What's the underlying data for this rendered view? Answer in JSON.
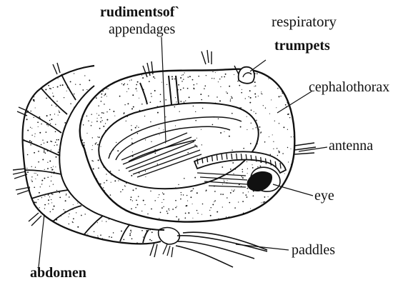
{
  "diagram": {
    "labels": {
      "rudiments_line1": "rudimentsof`",
      "rudiments_line2": "appendages",
      "respiratory_line1": "respiratory",
      "respiratory_line2": "trumpets",
      "cephalothorax": "cephalothorax",
      "antenna": "antenna",
      "eye": "eye",
      "paddles": "paddles",
      "abdomen": "abdomen"
    },
    "colors": {
      "ink": "#111111",
      "background": "#ffffff"
    }
  }
}
